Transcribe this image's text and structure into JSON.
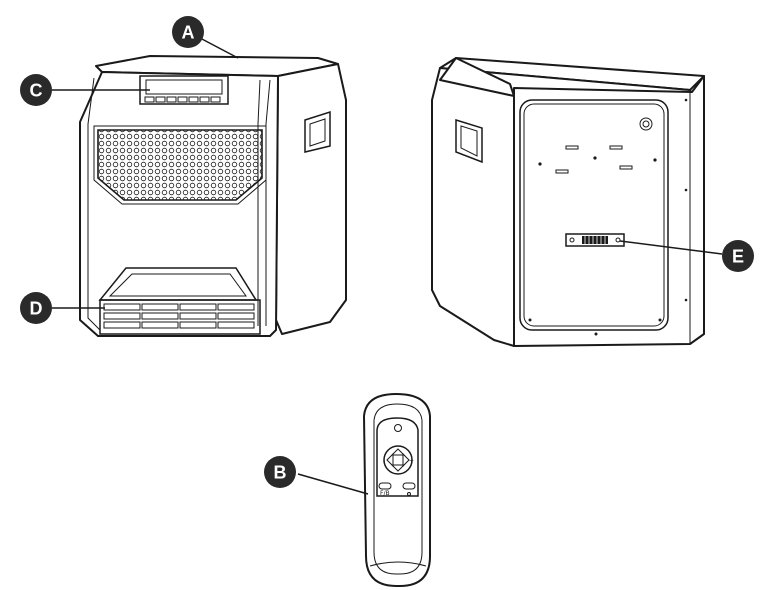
{
  "callouts": [
    {
      "id": "A",
      "letter": "A"
    },
    {
      "id": "B",
      "letter": "B"
    },
    {
      "id": "C",
      "letter": "C"
    },
    {
      "id": "D",
      "letter": "D"
    },
    {
      "id": "E",
      "letter": "E"
    }
  ],
  "remote": {
    "plus_symbol": "+",
    "minus_symbol": "-",
    "small_label": "F/B"
  }
}
